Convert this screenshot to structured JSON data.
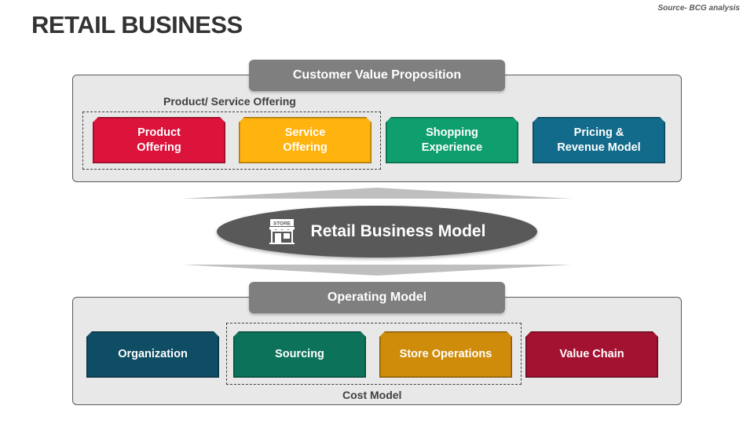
{
  "title": "RETAIL BUSINESS",
  "source": "Source- BCG analysis",
  "top_panel": {
    "header": "Customer Value Proposition",
    "group_label": "Product/ Service Offering",
    "boxes": [
      {
        "label": "Product\nOffering",
        "color": "#dc143c"
      },
      {
        "label": "Service\nOffering",
        "color": "#ffb30f"
      },
      {
        "label": "Shopping\nExperience",
        "color": "#0f9e6e"
      },
      {
        "label": "Pricing &\nRevenue Model",
        "color": "#126b8a"
      }
    ]
  },
  "center": {
    "label": "Retail Business Model",
    "icon": "store-icon",
    "icon_text": "STORE"
  },
  "bottom_panel": {
    "header": "Operating Model",
    "group_label": "Cost Model",
    "boxes": [
      {
        "label": "Organization",
        "color": "#0e4d63"
      },
      {
        "label": "Sourcing",
        "color": "#0c735a"
      },
      {
        "label": "Store Operations",
        "color": "#cf8c0a"
      },
      {
        "label": "Value Chain",
        "color": "#a31230"
      }
    ]
  }
}
